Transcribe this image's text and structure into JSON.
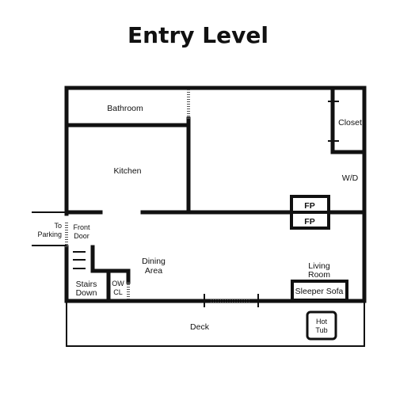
{
  "title": "Entry Level",
  "rooms": {
    "bathroom": "Bathroom",
    "closet": "Closet",
    "kitchen": "Kitchen",
    "wd": "W/D",
    "fp_top": "FP",
    "fp_bottom": "FP",
    "to_parking_line1": "To",
    "to_parking_line2": "Parking",
    "front_door_line1": "Front",
    "front_door_line2": "Door",
    "dining_line1": "Dining",
    "dining_line2": "Area",
    "living_line1": "Living",
    "living_line2": "Room",
    "stairs_line1": "Stairs",
    "stairs_line2": "Down",
    "ow_line1": "OW",
    "ow_line2": "CL",
    "sleeper_sofa": "Sleeper Sofa",
    "deck": "Deck",
    "hot_tub_line1": "Hot",
    "hot_tub_line2": "Tub"
  }
}
